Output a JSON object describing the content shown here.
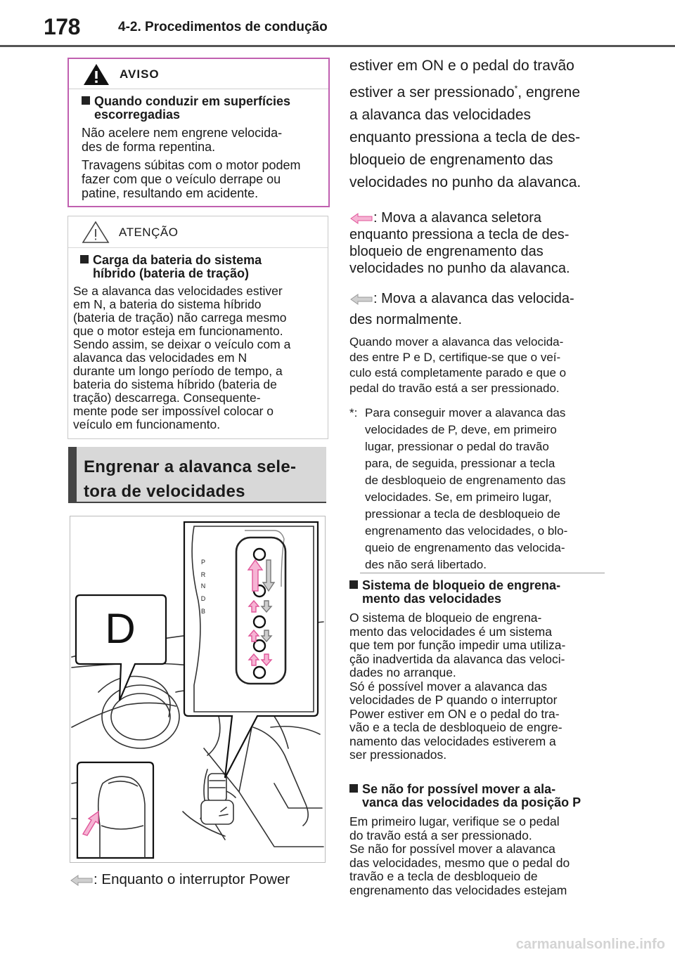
{
  "header": {
    "page_number": "178",
    "section": "4-2. Procedimentos de condução"
  },
  "warning": {
    "label": "AVISO",
    "heading_line1": "Quando conduzir em superfícies",
    "heading_line2": "escorregadias",
    "para1_line1": "Não acelere nem engrene velocida-",
    "para1_line2": "des de forma repentina.",
    "para2_line1": "Travagens súbitas com o motor podem",
    "para2_line2": "fazer com que o veículo derrape ou",
    "para2_line3": "patine, resultando em acidente."
  },
  "attention": {
    "label": "ATENÇÃO",
    "heading_line1": "Carga da bateria do sistema",
    "heading_line2": "híbrido (bateria de tração)",
    "lines": [
      "Se a alavanca das velocidades estiver",
      "em N, a bateria do sistema híbrido",
      "(bateria de tração) não carrega mesmo",
      "que o motor esteja em funcionamento.",
      "Sendo assim, se deixar o veículo com a",
      "alavanca das velocidades em N",
      "durante um longo período de tempo, a",
      "bateria do sistema híbrido (bateria de",
      "tração) descarrega. Consequente-",
      "mente pode ser impossível colocar o",
      "veículo em funcionamento."
    ]
  },
  "section_heading": {
    "line1": "Engrenar a alavanca sele-",
    "line2": "tora de velocidades"
  },
  "figure": {
    "callout_letter": "D",
    "gate_labels": [
      "P",
      "R",
      "N",
      "D",
      "B"
    ]
  },
  "caption_left": ": Enquanto o interruptor Power",
  "right": {
    "cont_lines": [
      "estiver em ON e o pedal do travão",
      "estiver a ser pressionado",
      "a alavanca das velocidades",
      "enquanto pressiona a tecla de des-",
      "bloqueio de engrenamento das",
      "velocidades no punho da alavanca."
    ],
    "cont_line2_suffix": ", engrene",
    "asterisk": "*",
    "pink_lines": [
      ": Mova a alavanca seletora",
      "enquanto pressiona a tecla de des-",
      "bloqueio de engrenamento das",
      "velocidades no punho da alavanca."
    ],
    "gray_lines": [
      ": Mova a alavanca das velocida-",
      "des normalmente."
    ],
    "note_lines": [
      "Quando mover a alavanca das velocida-",
      "des entre P e D, certifique-se que o veí-",
      "culo está completamente parado e que o",
      "pedal do travão está a ser pressionado."
    ],
    "footnote_mark": "*:",
    "footnote_lines": [
      "Para conseguir mover a alavanca das",
      "velocidades de P, deve, em primeiro",
      "lugar, pressionar o pedal do travão",
      "para, de seguida, pressionar a tecla",
      "de desbloqueio de engrenamento das",
      "velocidades. Se, em primeiro lugar,",
      "pressionar a tecla de desbloqueio de",
      "engrenamento das velocidades, o blo-",
      "queio de engrenamento das velocida-",
      "des não será libertado."
    ],
    "lock_heading_line1": "Sistema de bloqueio de engrena-",
    "lock_heading_line2": "mento das velocidades",
    "lock_lines": [
      "O sistema de bloqueio de engrena-",
      "mento das velocidades é um sistema",
      "que tem por função impedir uma utiliza-",
      "ção inadvertida da alavanca das veloci-",
      "dades no arranque.",
      "Só é possível mover a alavanca das",
      "velocidades de P quando o interruptor",
      "Power estiver em ON e o pedal do tra-",
      "vão e a tecla de desbloqueio de engre-",
      "namento das velocidades estiverem a",
      "ser pressionados."
    ],
    "p_heading_line1": "Se não for possível mover a ala-",
    "p_heading_line2": "vanca das velocidades da posição P",
    "p_lines": [
      "Em primeiro lugar, verifique se o pedal",
      "do travão está a ser pressionado.",
      "Se não for possível mover a alavanca",
      "das velocidades, mesmo que o pedal do",
      "travão e a tecla de desbloqueio de",
      "engrenamento das velocidades estejam"
    ]
  },
  "watermark": "carmanualsonline.info",
  "colors": {
    "warning_border": "#c060b0",
    "pink_arrow": "#e86fa8",
    "gray_arrow": "#9a9a9a",
    "section_band": "#d8d8d8"
  }
}
